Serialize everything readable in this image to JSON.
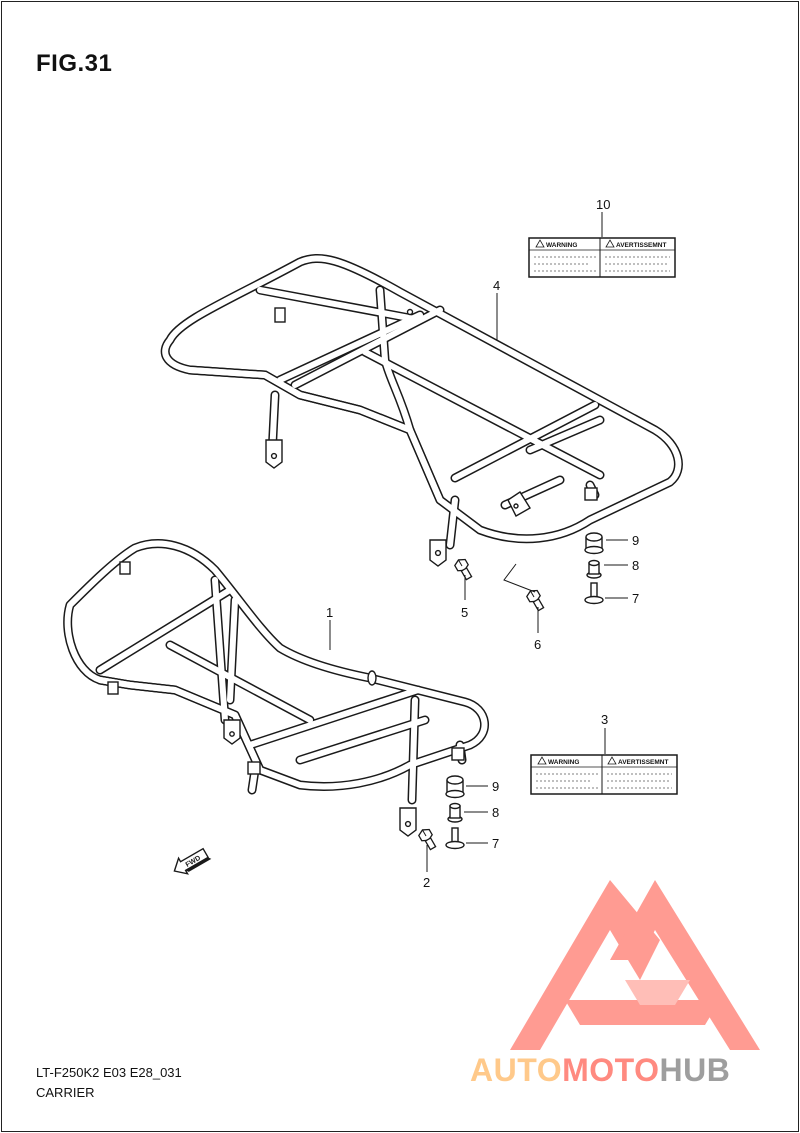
{
  "figure": {
    "title": "FIG.31"
  },
  "callouts": {
    "c10": "10",
    "c4": "4",
    "c9a": "9",
    "c8a": "8",
    "c7a": "7",
    "c5": "5",
    "c6": "6",
    "c1": "1",
    "c3": "3",
    "c9b": "9",
    "c8b": "8",
    "c7b": "7",
    "c2": "2"
  },
  "labels": {
    "top": {
      "warning": "WARNING",
      "avert": "AVERTISSEMNT"
    },
    "bottom": {
      "warning": "WARNING",
      "avert": "AVERTISSEMNT"
    }
  },
  "fwd": "FWD",
  "footer": {
    "code": "LT-F250K2 E03 E28_031",
    "name": "CARRIER"
  },
  "watermark": {
    "part1": "AUTO",
    "part2": "MOTO",
    "part3": "HUB"
  },
  "colors": {
    "line": "#1a1a1a",
    "logo_red": "#ff8a80",
    "logo_orange": "#ffc98a",
    "logo_gray": "#9e9e9e"
  }
}
